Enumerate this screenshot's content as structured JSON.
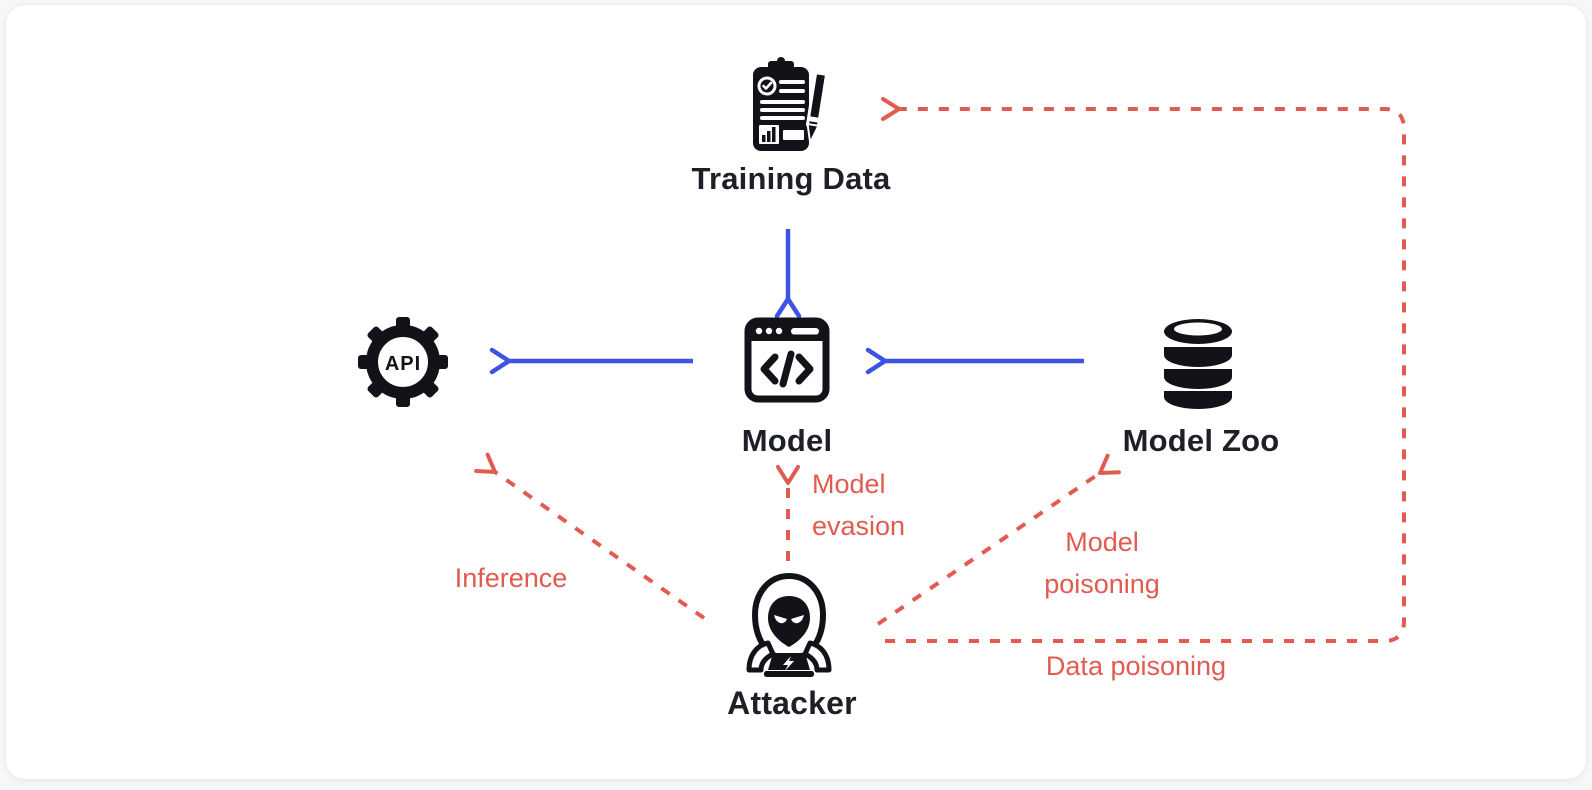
{
  "nodes": {
    "training_data": {
      "label": "Training Data"
    },
    "model": {
      "label": "Model"
    },
    "model_zoo": {
      "label": "Model Zoo"
    },
    "api": {
      "label": "API"
    },
    "attacker": {
      "label": "Attacker"
    }
  },
  "attacks": {
    "inference": {
      "label": "Inference"
    },
    "model_evasion": {
      "label": "Model evasion"
    },
    "model_poisoning": {
      "label": "Model poisoning"
    },
    "data_poisoning": {
      "label": "Data poisoning"
    }
  },
  "flows": {
    "training_data_to_model": "Training Data -> Model",
    "model_to_api": "Model -> API",
    "model_zoo_to_model": "Model Zoo -> Model"
  },
  "colors": {
    "flow_arrow_blue": "#3b54e3",
    "attack_arrow_red": "#e25b50",
    "node_label": "#1e2028",
    "icon_black": "#121318",
    "card_bg": "#ffffff",
    "page_bg": "#f7f7f8"
  }
}
